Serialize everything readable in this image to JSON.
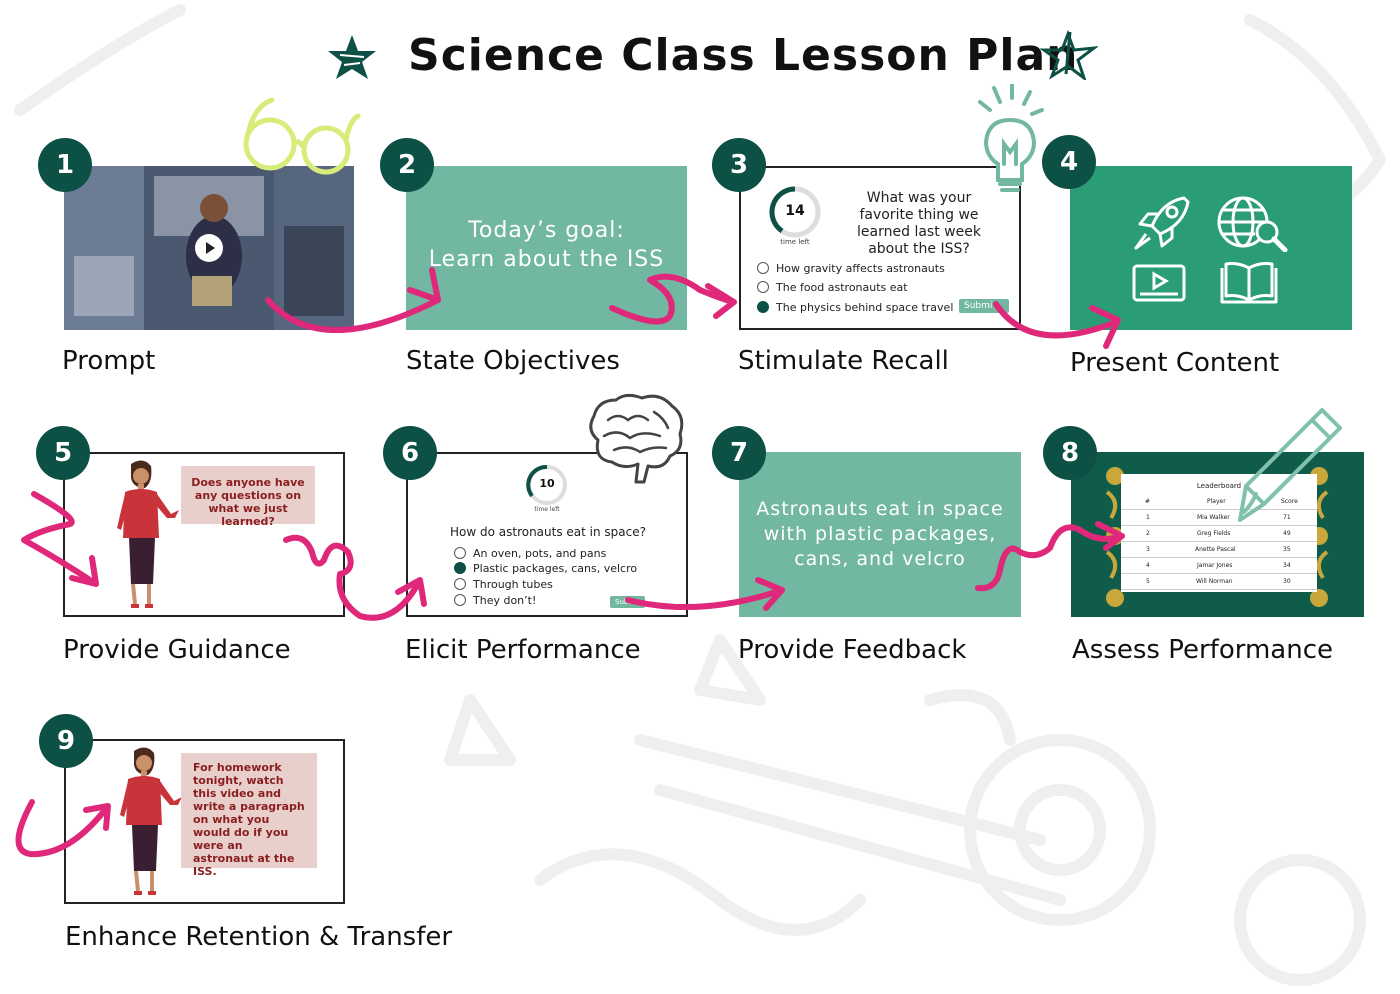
{
  "page": {
    "title": "Science Class Lesson Plan"
  },
  "steps": [
    {
      "number": "1",
      "label": "Prompt"
    },
    {
      "number": "2",
      "label": "State Objectives"
    },
    {
      "number": "3",
      "label": "Stimulate Recall"
    },
    {
      "number": "4",
      "label": "Present Content"
    },
    {
      "number": "5",
      "label": "Provide Guidance"
    },
    {
      "number": "6",
      "label": "Elicit Performance"
    },
    {
      "number": "7",
      "label": "Provide Feedback"
    },
    {
      "number": "8",
      "label": "Assess Performance"
    },
    {
      "number": "9",
      "label": "Enhance Retention & Transfer"
    }
  ],
  "objectives": {
    "line1": "Today’s goal:",
    "line2": "Learn about the ISS"
  },
  "recall_quiz": {
    "timer_value": "14",
    "timer_label": "time left",
    "question": "What was your favorite thing we learned last week about the ISS?",
    "options": [
      "How gravity affects astronauts",
      "The food astronauts eat",
      "The physics behind space travel"
    ],
    "selected_index": 2,
    "submit_label": "Submi"
  },
  "guidance": {
    "bubble_text": "Does anyone have any questions on what we just learned?"
  },
  "performance_quiz": {
    "timer_value": "10",
    "timer_label": "time left",
    "question": "How do astronauts eat in space?",
    "options": [
      "An oven, pots, and pans",
      "Plastic packages, cans, velcro",
      "Through tubes",
      "They don’t!"
    ],
    "selected_index": 1,
    "submit_label": "Submit"
  },
  "feedback": {
    "line1": "Astronauts eat in space",
    "line2": "with plastic packages,",
    "line3": "cans, and velcro"
  },
  "leaderboard": {
    "title": "Leaderboard",
    "headers": [
      "#",
      "Player",
      "Score"
    ],
    "rows": [
      [
        "1",
        "Mia Walker",
        "71"
      ],
      [
        "2",
        "Greg Fields",
        "49"
      ],
      [
        "3",
        "Anette Pascal",
        "35"
      ],
      [
        "4",
        "Jamar Jones",
        "34"
      ],
      [
        "5",
        "Will Norman",
        "30"
      ]
    ]
  },
  "retention": {
    "bubble_text": "For homework tonight, watch this video and write a paragraph on what you would do if you were an astronaut at the ISS."
  },
  "icons": [
    "rocket-icon",
    "globe-search-icon",
    "video-icon",
    "book-icon",
    "play-icon",
    "star-icon",
    "glasses-icon",
    "lightbulb-icon",
    "brain-icon",
    "pencil-icon"
  ],
  "colors": {
    "dark_green": "#0d5045",
    "teal": "#72b7a1",
    "green": "#2a9d77",
    "magenta": "#e0287a",
    "bubble": "#e8cfcc"
  }
}
